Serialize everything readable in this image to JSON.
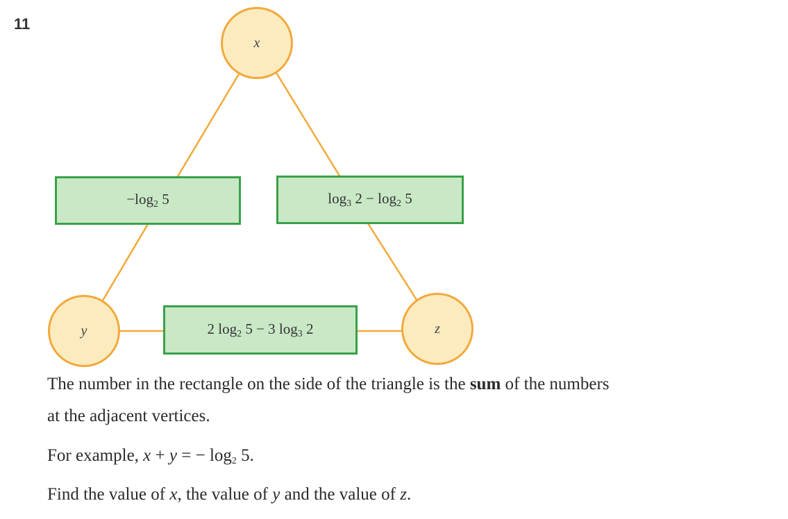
{
  "question_number": "11",
  "vertices": {
    "x": "x",
    "y": "y",
    "z": "z"
  },
  "boxes": {
    "left": {
      "minus": "−",
      "log": "log",
      "base": "2",
      "arg": "5"
    },
    "right": {
      "log1": "log",
      "base1": "3",
      "arg1": "2",
      "op": "−",
      "log2": "log",
      "base2": "2",
      "arg2": "5"
    },
    "bottom": {
      "coef1": "2",
      "log1": "log",
      "base1": "2",
      "arg1": "5",
      "op": "−",
      "coef2": "3",
      "log2": "log",
      "base2": "3",
      "arg2": "2"
    }
  },
  "colors": {
    "circle_fill": "#fdebc0",
    "circle_border": "#f2a93b",
    "box_fill": "#c9e8c6",
    "box_border": "#3aa04a",
    "line": "#f2a93b"
  },
  "text": {
    "line1a": "The number in the rectangle on the side of the triangle is the ",
    "line1bold": "sum",
    "line1b": " of the numbers",
    "line2": "at the adjacent vertices.",
    "example_prefix": "For example,  ",
    "example_x": "x",
    "example_plus": " + ",
    "example_y": "y",
    "example_eq": " = − log",
    "example_base": "2",
    "example_end": " 5.",
    "find_a": "Find the value of ",
    "find_x": "x",
    "find_b": ", the value of ",
    "find_y": "y",
    "find_c": " and the value of ",
    "find_z": "z",
    "find_d": "."
  }
}
